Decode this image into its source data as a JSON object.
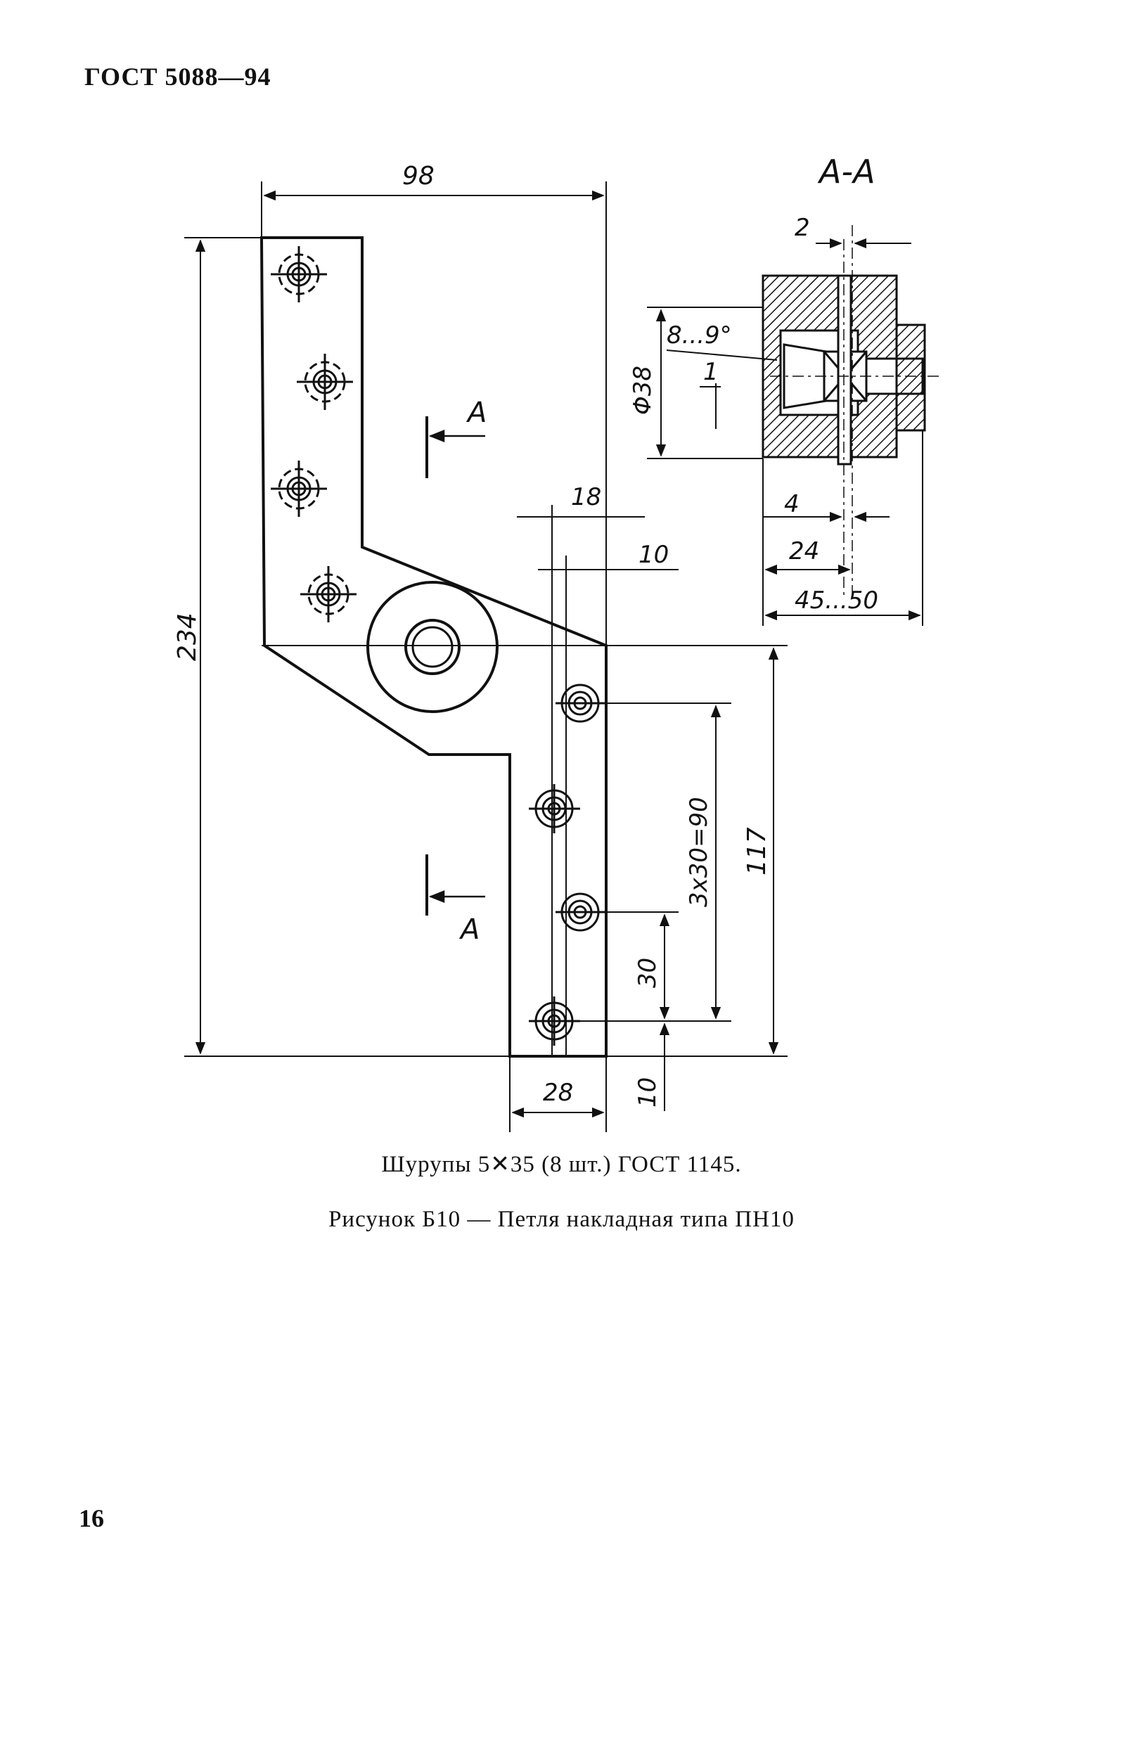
{
  "header": {
    "standard": "ГОСТ 5088—94"
  },
  "drawing": {
    "section_title": "А-А",
    "section_marks": [
      "А",
      "А"
    ],
    "dims": {
      "width_total": "98",
      "height_total": "234",
      "d18": "18",
      "d10_top": "10",
      "d117": "117",
      "pitch": "3x30=90",
      "d30": "30",
      "d10_bottom": "10",
      "d28": "28",
      "sec_2": "2",
      "sec_angle": "8...9°",
      "sec_1": "1",
      "sec_dia": "Φ38",
      "sec_4": "4",
      "sec_24": "24",
      "sec_45_50": "45...50"
    }
  },
  "captions": {
    "screws": "Шурупы 5✕35 (8 шт.) ГОСТ 1145.",
    "figure": "Рисунок Б10 — Петля накладная типа ПН10"
  },
  "page_number": "16"
}
